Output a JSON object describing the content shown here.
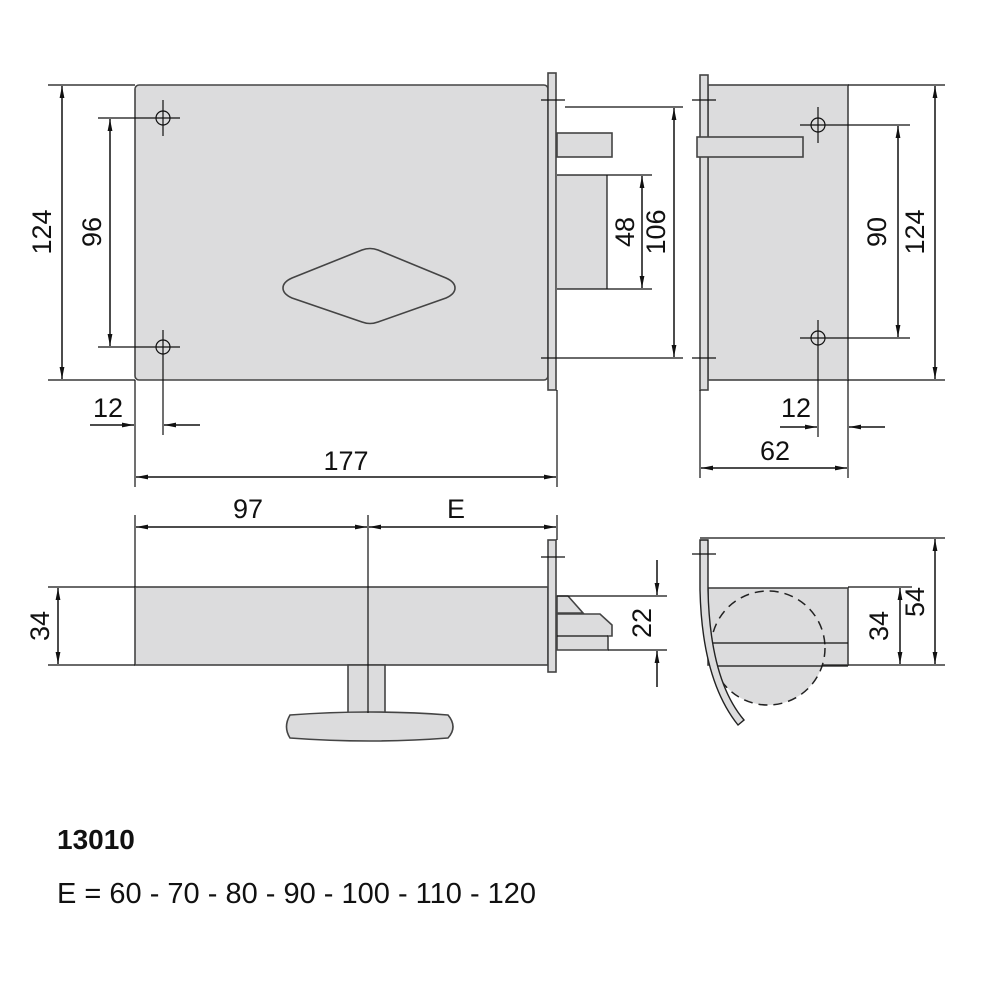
{
  "front_view": {
    "height": "124",
    "hole_spacing": "96",
    "hole_offset": "12",
    "width": "177",
    "bolt_height": "48",
    "faceplate_height": "106"
  },
  "side_view": {
    "hole_spacing": "90",
    "height": "124",
    "hole_offset": "12",
    "depth": "62"
  },
  "bottom_view": {
    "backset": "97",
    "e_label": "E",
    "thickness": "34",
    "latch": "22"
  },
  "end_view": {
    "thickness": "34",
    "overall": "54"
  },
  "caption": {
    "model": "13010",
    "variants": "E = 60 - 70 - 80 - 90 - 100 - 110 - 120"
  }
}
